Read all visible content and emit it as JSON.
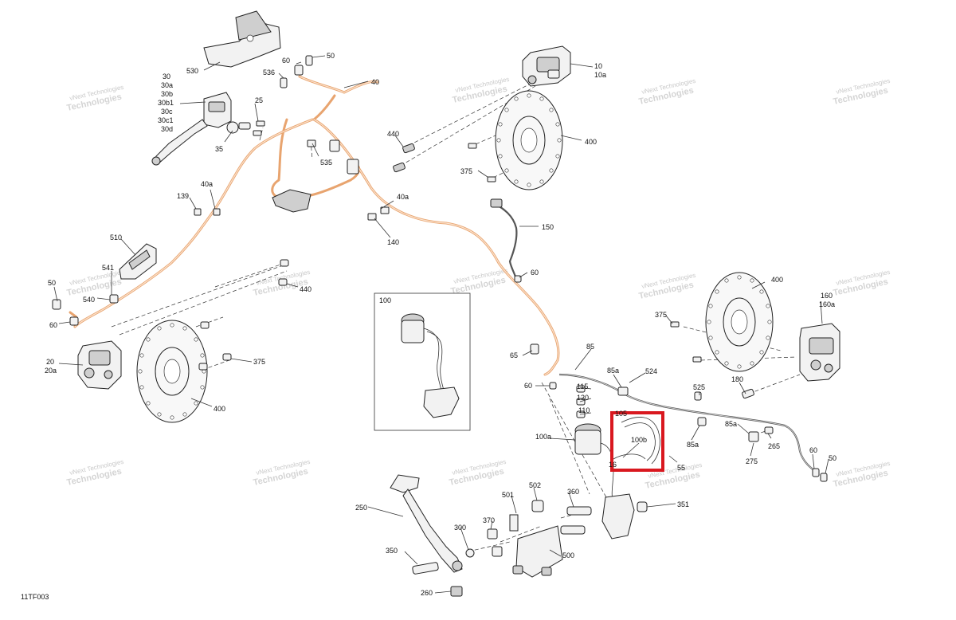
{
  "diagram_code": "11TF003",
  "watermark": {
    "line1": "vNext Technologies",
    "line2": "Technologies"
  },
  "highlight_color": "#d9181f",
  "hose_color": "#e8a46f",
  "callouts": {
    "c530": "530",
    "c60a": "60",
    "c50a": "50",
    "c536": "536",
    "c40": "40",
    "c30": "30",
    "c30a": "30a",
    "c30b": "30b",
    "c30b1": "30b1",
    "c30c": "30c",
    "c30c1": "30c1",
    "c30d": "30d",
    "c25": "25",
    "c35": "35",
    "c535": "535",
    "c10": "10",
    "c10a": "10a",
    "c440a": "440",
    "c400a": "400",
    "c375a": "375",
    "c139": "139",
    "c40a1": "40a",
    "c40a2": "40a",
    "c140": "140",
    "c150": "150",
    "c510": "510",
    "c541": "541",
    "c540": "540",
    "c50b": "50",
    "c60b": "60",
    "c440b": "440",
    "c20": "20",
    "c20a": "20a",
    "c375b": "375",
    "c400b": "400",
    "c100": "100",
    "c60c": "60",
    "c65": "65",
    "c60d": "60",
    "c85": "85",
    "c85a1": "85a",
    "c524": "524",
    "c115": "115",
    "c120": "120",
    "c110": "110",
    "c105": "105",
    "c525": "525",
    "c85a2": "85a",
    "c85a3": "85a",
    "c100a": "100a",
    "c100b": "100b",
    "c180": "180",
    "c265": "265",
    "c275": "275",
    "c60e": "60",
    "c50c": "50",
    "c16x": "16",
    "c55": "55",
    "c400c": "400",
    "c375c": "375",
    "c160": "160",
    "c160a": "160a",
    "c250": "250",
    "c501": "501",
    "c502": "502",
    "c360": "360",
    "c351": "351",
    "c370": "370",
    "c300": "300",
    "c350": "350",
    "c500": "500",
    "c260": "260"
  }
}
